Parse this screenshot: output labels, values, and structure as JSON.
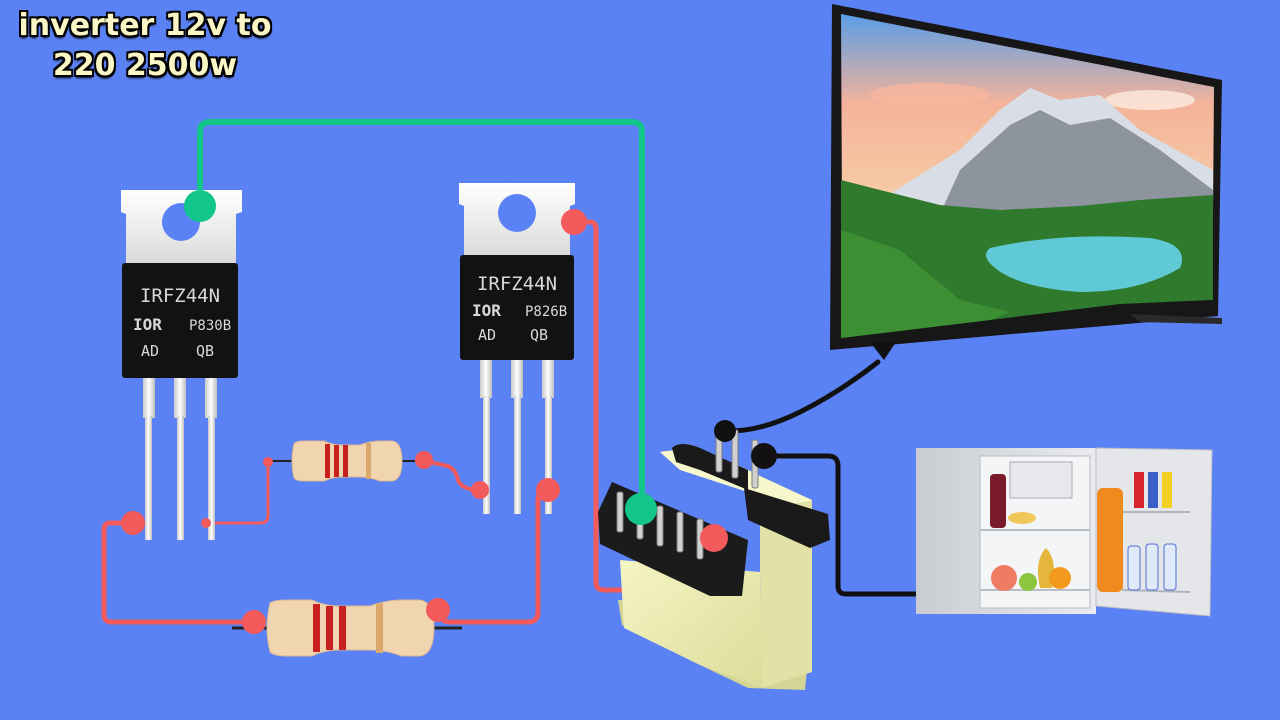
{
  "title": {
    "line1": "inverter 12v to",
    "line2": "220 2500w"
  },
  "mosfet_left": {
    "part": "IRFZ44N",
    "logo": "IOR",
    "code": "P830B",
    "lot_left": "AD",
    "lot_right": "QB"
  },
  "mosfet_right": {
    "part": "IRFZ44N",
    "logo": "IOR",
    "code": "P826B",
    "lot_left": "AD",
    "lot_right": "QB"
  },
  "colors": {
    "background": "#5b82f5",
    "wire_green": "#12c58a",
    "wire_red": "#f25a5c",
    "wire_black": "#111111",
    "transformer": "#eeeeb4",
    "resistor_body": "#f1d5b0",
    "resistor_band": "#c8201f"
  },
  "icons": {
    "tv": "tv-icon",
    "fridge": "mini-fridge-icon",
    "transformer": "transformer-icon",
    "resistor": "resistor-icon",
    "mosfet": "mosfet-icon"
  }
}
